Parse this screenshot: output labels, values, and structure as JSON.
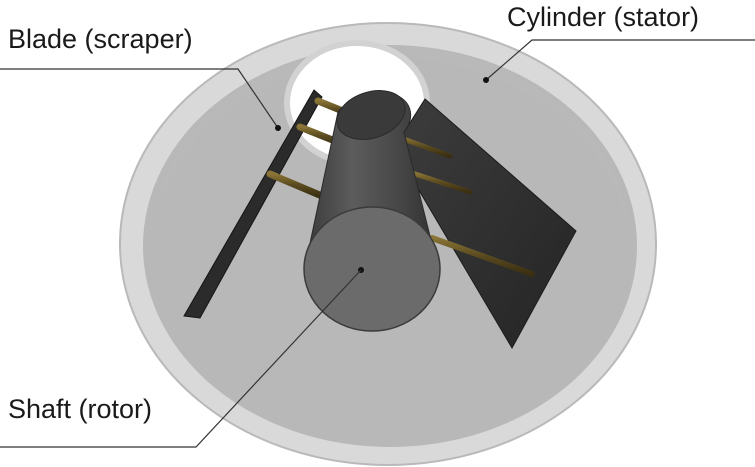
{
  "labels": {
    "blade": "Blade (scraper)",
    "cylinder": "Cylinder (stator)",
    "shaft": "Shaft (rotor)"
  },
  "colors": {
    "background": "#ffffff",
    "cylinder_rim": "#dcdcdc",
    "cylinder_inner": "#b7b7b7",
    "opening": "#ffffff",
    "shaft": "#4a4a4a",
    "shaft_end": "#6a6a6a",
    "blade": "#2e2e2e",
    "rod": "#6b5a2a",
    "leader": "#333333"
  }
}
